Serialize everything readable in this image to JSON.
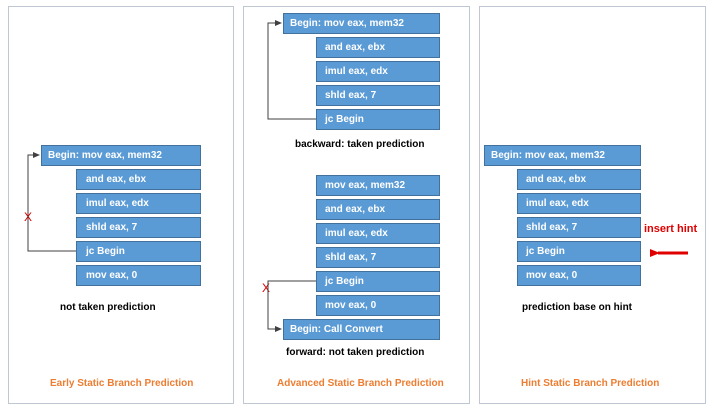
{
  "panels": [
    {
      "caption": "Early Static Branch Prediction",
      "rows": [
        "Begin:  mov eax, mem32",
        "and eax, ebx",
        "imul eax, edx",
        "shld eax, 7",
        "jc Begin",
        "mov eax, 0"
      ],
      "note": "not taken prediction",
      "mark": "X"
    },
    {
      "caption": "Advanced Static Branch Prediction",
      "backward": {
        "rows": [
          "Begin:  mov eax, mem32",
          "and eax, ebx",
          "imul eax, edx",
          "shld eax, 7",
          "jc Begin"
        ],
        "note": "backward: taken prediction"
      },
      "forward": {
        "rows": [
          "mov eax, mem32",
          "and eax, ebx",
          "imul eax, edx",
          "shld eax, 7",
          "jc Begin",
          "mov eax, 0",
          "Begin: Call Convert"
        ],
        "note": "forward: not taken prediction",
        "mark": "X"
      }
    },
    {
      "caption": "Hint Static Branch Prediction",
      "rows": [
        "Begin:  mov eax, mem32",
        "and eax, ebx",
        "imul eax, edx",
        "shld eax, 7",
        "jc Begin",
        "mov eax, 0"
      ],
      "note": "prediction base on hint",
      "hint": "insert hint"
    }
  ],
  "colors": {
    "box": "#5b9bd5",
    "caption": "#ed7d31",
    "accent": "#e00000",
    "line": "#404040"
  }
}
